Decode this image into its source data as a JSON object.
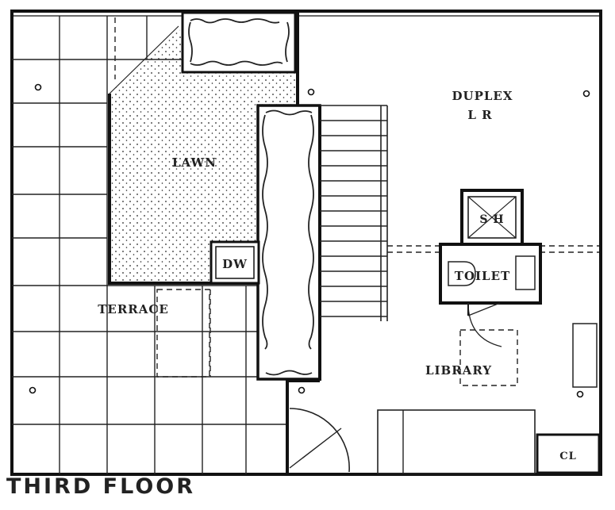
{
  "title": "THIRD FLOOR",
  "labels": {
    "duplex_line1": "DUPLEX",
    "duplex_line2": "L R",
    "lawn": "LAWN",
    "terrace": "TERRACE",
    "dw": "DW",
    "sh": "S H",
    "toilet": "TOILET",
    "library": "LIBRARY",
    "closet": "CL"
  }
}
